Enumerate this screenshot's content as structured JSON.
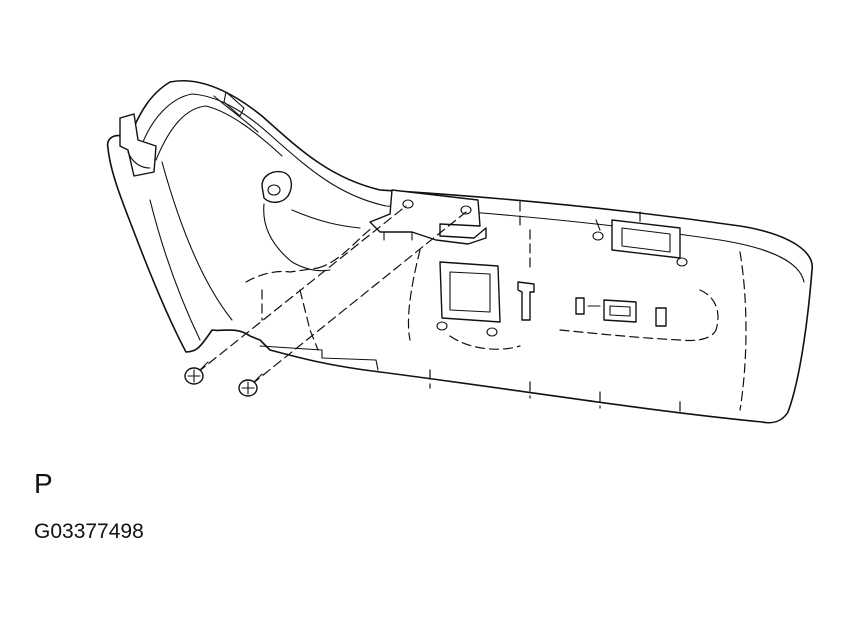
{
  "view_label": "P",
  "figure_code": "G03377498",
  "parts": {
    "trim_panel": "armrest-trim-panel",
    "bracket": "mounting-bracket",
    "screws": 2,
    "switch_openings": 2
  },
  "colors": {
    "line": "#111111",
    "background": "#ffffff"
  }
}
